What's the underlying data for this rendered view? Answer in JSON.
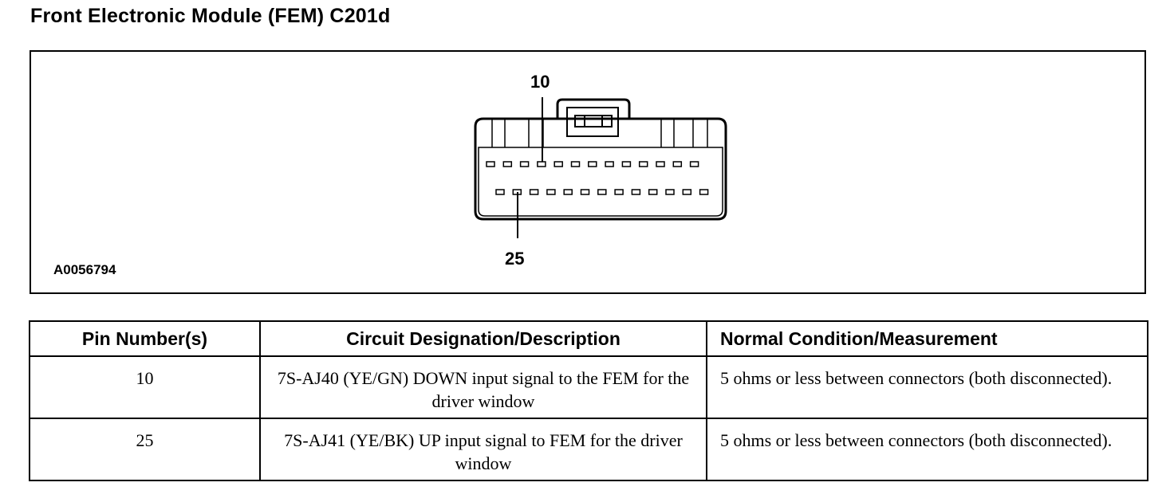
{
  "title": "Front Electronic Module (FEM) C201d",
  "figure": {
    "id": "A0056794",
    "callouts": {
      "top": "10",
      "bottom": "25"
    }
  },
  "table": {
    "headers": [
      "Pin Number(s)",
      "Circuit Designation/Description",
      "Normal Condition/Measurement"
    ],
    "rows": [
      {
        "pin": "10",
        "circuit": "7S-AJ40 (YE/GN) DOWN input signal to the FEM for the driver window",
        "condition": "5 ohms or less between connectors (both disconnected)."
      },
      {
        "pin": "25",
        "circuit": "7S-AJ41 (YE/BK) UP input signal to FEM for the driver window",
        "condition": "5 ohms or less between connectors (both disconnected)."
      }
    ]
  }
}
